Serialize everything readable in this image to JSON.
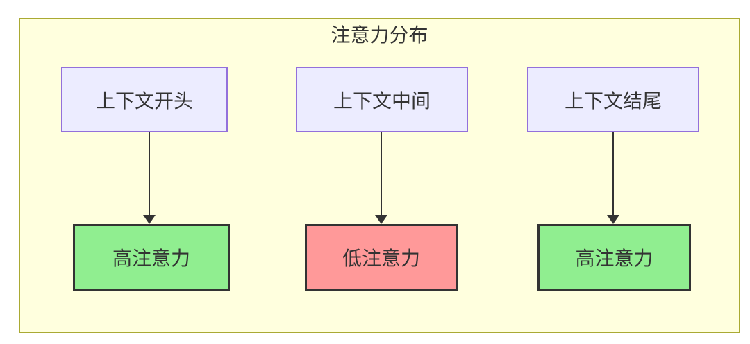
{
  "diagram": {
    "title": "注意力分布",
    "nodes": {
      "context_start": "上下文开头",
      "context_middle": "上下文中间",
      "context_end": "上下文结尾",
      "result_start": "高注意力",
      "result_middle": "低注意力",
      "result_end": "高注意力"
    },
    "edges": [
      {
        "from": "上下文开头",
        "to": "高注意力"
      },
      {
        "from": "上下文中间",
        "to": "低注意力"
      },
      {
        "from": "上下文结尾",
        "to": "高注意力"
      }
    ],
    "colors": {
      "cluster_fill": "#ffffde",
      "cluster_border": "#aaaa33",
      "context_fill": "#ececff",
      "context_border": "#9370db",
      "high_attention_fill": "#90ee90",
      "low_attention_fill": "#ff9999",
      "result_border": "#333333",
      "arrow": "#333333",
      "text": "#333333"
    }
  }
}
